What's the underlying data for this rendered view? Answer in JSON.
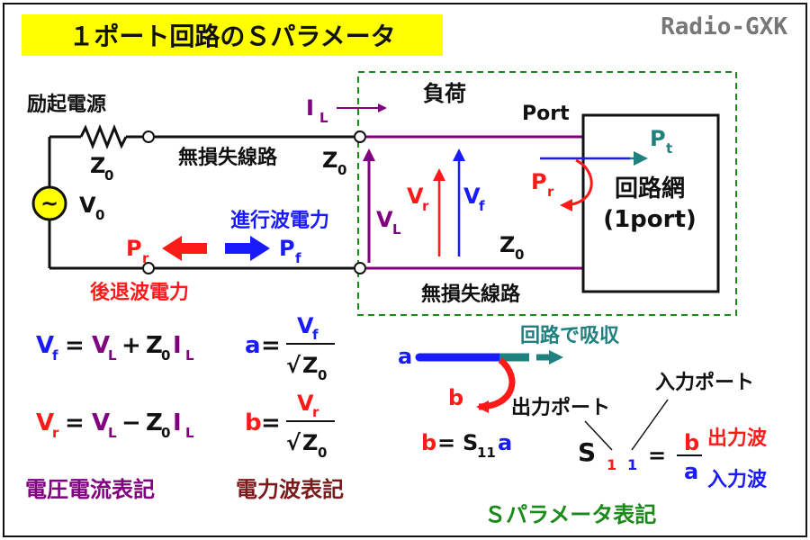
{
  "title": "１ポート回路のＳパラメータ",
  "brand": "Radio-GXK",
  "colors": {
    "black": "#111111",
    "blue": "#1a1aff",
    "red": "#ff1a1a",
    "purple": "#800080",
    "teal": "#1f8080",
    "title_bg": "#ffff00",
    "dashed_box": "#1a8a1a",
    "darkred": "#7a1a1a",
    "green": "#1a8a1a"
  },
  "labels": {
    "source": "励起電源",
    "line_top": "無損失線路",
    "line_bottom": "無損失線路",
    "load": "負荷",
    "port": "Port",
    "network_1": "回路網",
    "network_2": "(1port)",
    "forward_power": "進行波電力",
    "reverse_power": "後退波電力",
    "absorbed": "回路で吸収",
    "output_port": "出力ポート",
    "input_port": "入力ポート",
    "output_wave": "出力波",
    "input_wave": "入力波",
    "vi_notation": "電圧電流表記",
    "power_wave_notation": "電力波表記",
    "s_notation": "Ｓパラメータ表記"
  },
  "symbols": {
    "V": "V",
    "Z": "Z",
    "I": "I",
    "P": "P",
    "sub_0": "0",
    "sub_L": "L",
    "sub_f": "f",
    "sub_r": "r",
    "sub_t": "t",
    "a": "a",
    "b": "b",
    "S": "S",
    "sub_11": "11",
    "sub_1": "1",
    "plus": "+",
    "minus": "−",
    "equals": "=",
    "sqrt": "√",
    "tilde": "~"
  }
}
